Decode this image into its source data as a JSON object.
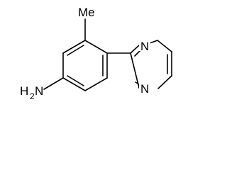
{
  "molecule": {
    "labels": {
      "methyl": "Me",
      "n_top": "N",
      "n_bottom": "N",
      "amine_h": "H",
      "amine_sub": "2",
      "amine_n": "N"
    }
  }
}
